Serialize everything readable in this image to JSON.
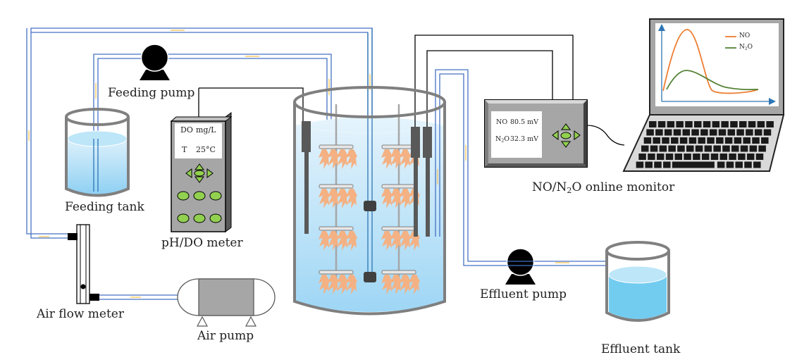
{
  "diagram": {
    "title": "",
    "labels": {
      "feeding_pump": "Feeding pump",
      "feeding_tank": "Feeding tank",
      "ph_do_meter": "pH/DO meter",
      "air_flow_meter": "Air flow meter",
      "air_pump": "Air pump",
      "effluent_pump": "Effluent pump",
      "effluent_tank": "Effluent tank",
      "monitor_label_pre": "NO/N",
      "monitor_label_sub": "2",
      "monitor_label_post": "O online monitor"
    },
    "ph_do_meter_display": {
      "line1_param": "DO",
      "line1_unit": "mg/L",
      "line2_param": "T",
      "line2_value": "25°C"
    },
    "no_n2o_monitor_display": {
      "no_label": "NO",
      "no_value": "80.5 mV",
      "n2o_label_pre": "N",
      "n2o_label_sub": "2",
      "n2o_label_post": "O",
      "n2o_value": "32.3 mV"
    },
    "laptop_chart": {
      "legend": [
        {
          "name": "NO",
          "color": "#ED7D31"
        },
        {
          "name": "N2O",
          "color": "#548235"
        }
      ],
      "axis_color": "#2E75B6"
    },
    "colors": {
      "pipe": "#4472C4",
      "flow_arrow": "#F2C14E",
      "water": "#8FD3F4",
      "water_light": "#BDE6F9",
      "tank_wall": "#7F7F7F",
      "biofilm": "#F4B183",
      "button_green": "#92D050",
      "device_gray": "#A6A6A6"
    }
  }
}
